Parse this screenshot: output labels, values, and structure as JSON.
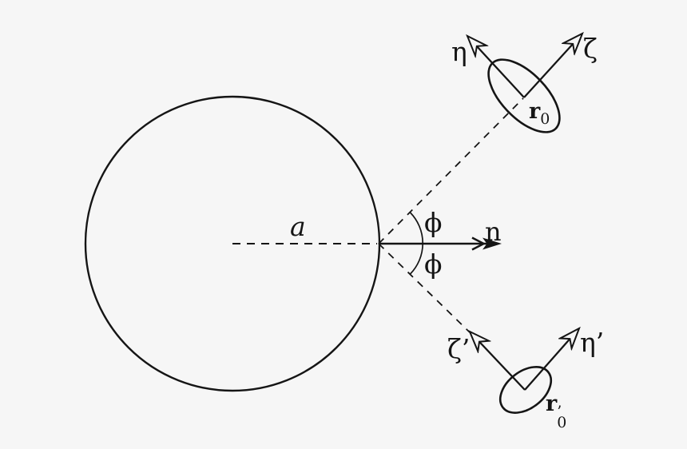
{
  "canvas": {
    "background": "#f6f6f6",
    "ink": "#151515"
  },
  "figure": {
    "description_labels": {
      "sphere_radius": "a",
      "normal": "n",
      "angle_upper": "ϕ",
      "angle_lower": "ϕ"
    },
    "upper_frame": {
      "eta_axis": "η",
      "zeta_axis": "ζ",
      "position_vector": {
        "base": "r",
        "sub": "0"
      }
    },
    "lower_frame": {
      "zeta_axis": "ζ’",
      "eta_axis": "η’",
      "position_vector": {
        "base": "r",
        "sub": "0",
        "prime": "’"
      }
    }
  }
}
